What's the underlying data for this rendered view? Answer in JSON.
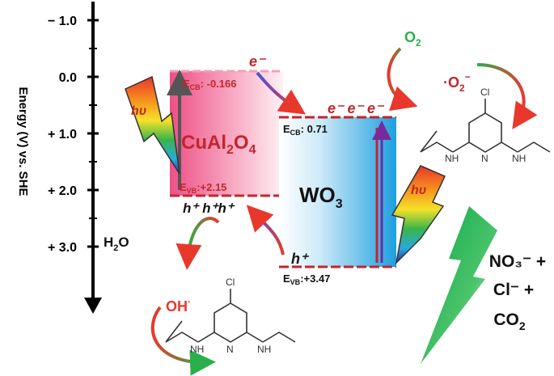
{
  "colors": {
    "cb_label": "#c0272d",
    "cuo_text": "#c0272d",
    "wo3_text": "#111111",
    "cuo_grad_left": "#f06a95",
    "cuo_grad_right": "#ffffff",
    "wo3_grad_left": "#ffffff",
    "wo3_grad_right": "#29a6e4",
    "band_line": "#c0272d",
    "band_line2": "#7a2a9a",
    "arrow_green": "#2ab04a",
    "arrow_red": "#e8382c",
    "o2_green": "#2ab04a",
    "big_bolt": "#20b04b"
  },
  "axis": {
    "title": "Energy (V) vs. SHE",
    "ticks": [
      {
        "label": "− 1.0",
        "value": -1.0
      },
      {
        "label": "0.0",
        "value": 0.0
      },
      {
        "label": "+ 1.0",
        "value": 1.0
      },
      {
        "label": "+ 2.0",
        "value": 2.0
      },
      {
        "label": "+ 3.0",
        "value": 3.0
      }
    ]
  },
  "cuo": {
    "name_main": "CuAl",
    "name_sub1": "2",
    "name_mid": "O",
    "name_sub2": "4",
    "ecb_label": "E",
    "ecb_sub": "CB",
    "ecb_value": ": -0.166",
    "evb_label": "E",
    "evb_sub": "VB",
    "evb_value": ":+2.15",
    "holes": "h⁺ h⁺h⁺",
    "electron": "e⁻",
    "hv": "hυ"
  },
  "wo3": {
    "name_main": "WO",
    "name_sub": "3",
    "ecb_label": "E",
    "ecb_sub": "CB",
    "ecb_value": ": 0.71",
    "evb_label": "E",
    "evb_sub": "VB",
    "evb_value": ":+3.47",
    "electrons": "e⁻ e⁻ e⁻",
    "hole": "h⁺",
    "hv": "hυ"
  },
  "species": {
    "o2": "O",
    "o2_sub": "2",
    "superoxide": "·O",
    "superoxide_sub": "2",
    "superoxide_sup": "−",
    "water": "H",
    "water_sub": "2",
    "water_end": "O",
    "hydroxyl": "OH",
    "hydroxyl_sup": "·",
    "cl_top": "Cl",
    "nh_left": "N",
    "h_left": "H",
    "n_ring": "N",
    "nh_right": "N",
    "h_right": "H"
  },
  "products": {
    "line1": "NO₃⁻ +",
    "line2": "Cl⁻ +",
    "line3_main": "CO",
    "line3_sub": "2"
  }
}
